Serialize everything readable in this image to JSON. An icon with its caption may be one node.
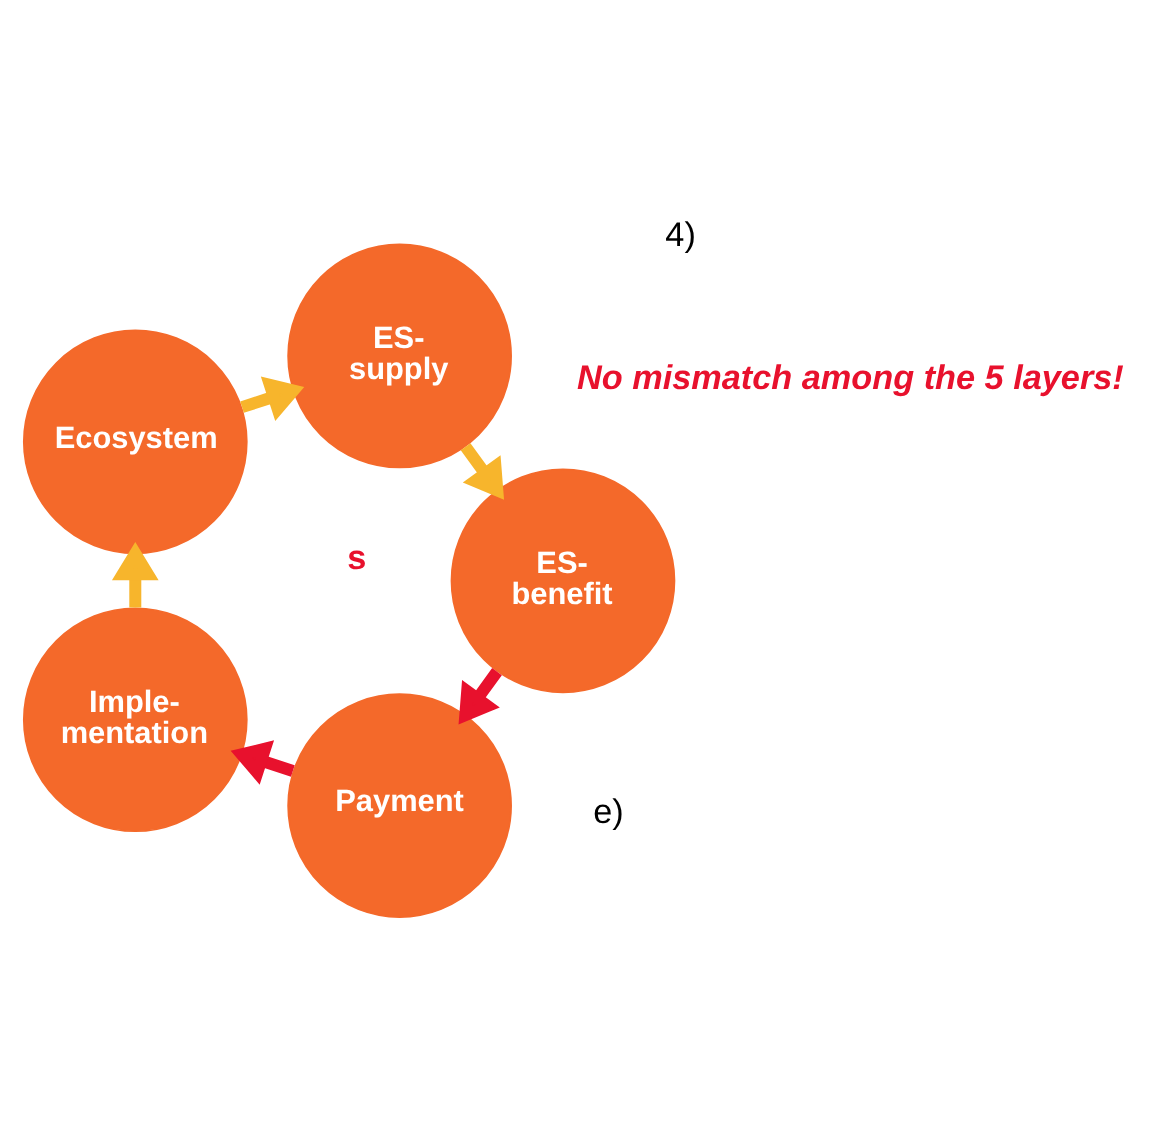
{
  "diagram": {
    "nodes": [
      {
        "text": [
          "Payment"
        ]
      },
      {
        "text": [
          "Imple- mentation"
        ]
      },
      {
        "text": [
          "Ecosystem"
        ]
      },
      {
        "text": [
          "ES- supply"
        ]
      },
      {
        "text": [
          "ES- benefit"
        ]
      }
    ],
    "edges": [
      {
        "from": 4,
        "to": 0,
        "arrow": "to",
        "color": "#e8112d"
      },
      {
        "from": 0,
        "to": 1,
        "arrow": "to",
        "color": "#e8112d"
      },
      {
        "from": 1,
        "to": 2,
        "arrow": "to"
      },
      {
        "from": 2,
        "to": 3,
        "arrow": "to"
      },
      {
        "from": 3,
        "to": 4,
        "arrow": "to"
      }
    ],
    "labels": [
      "s",
      "e)",
      "No mismatch among the 5 layers!",
      "4)"
    ]
  }
}
